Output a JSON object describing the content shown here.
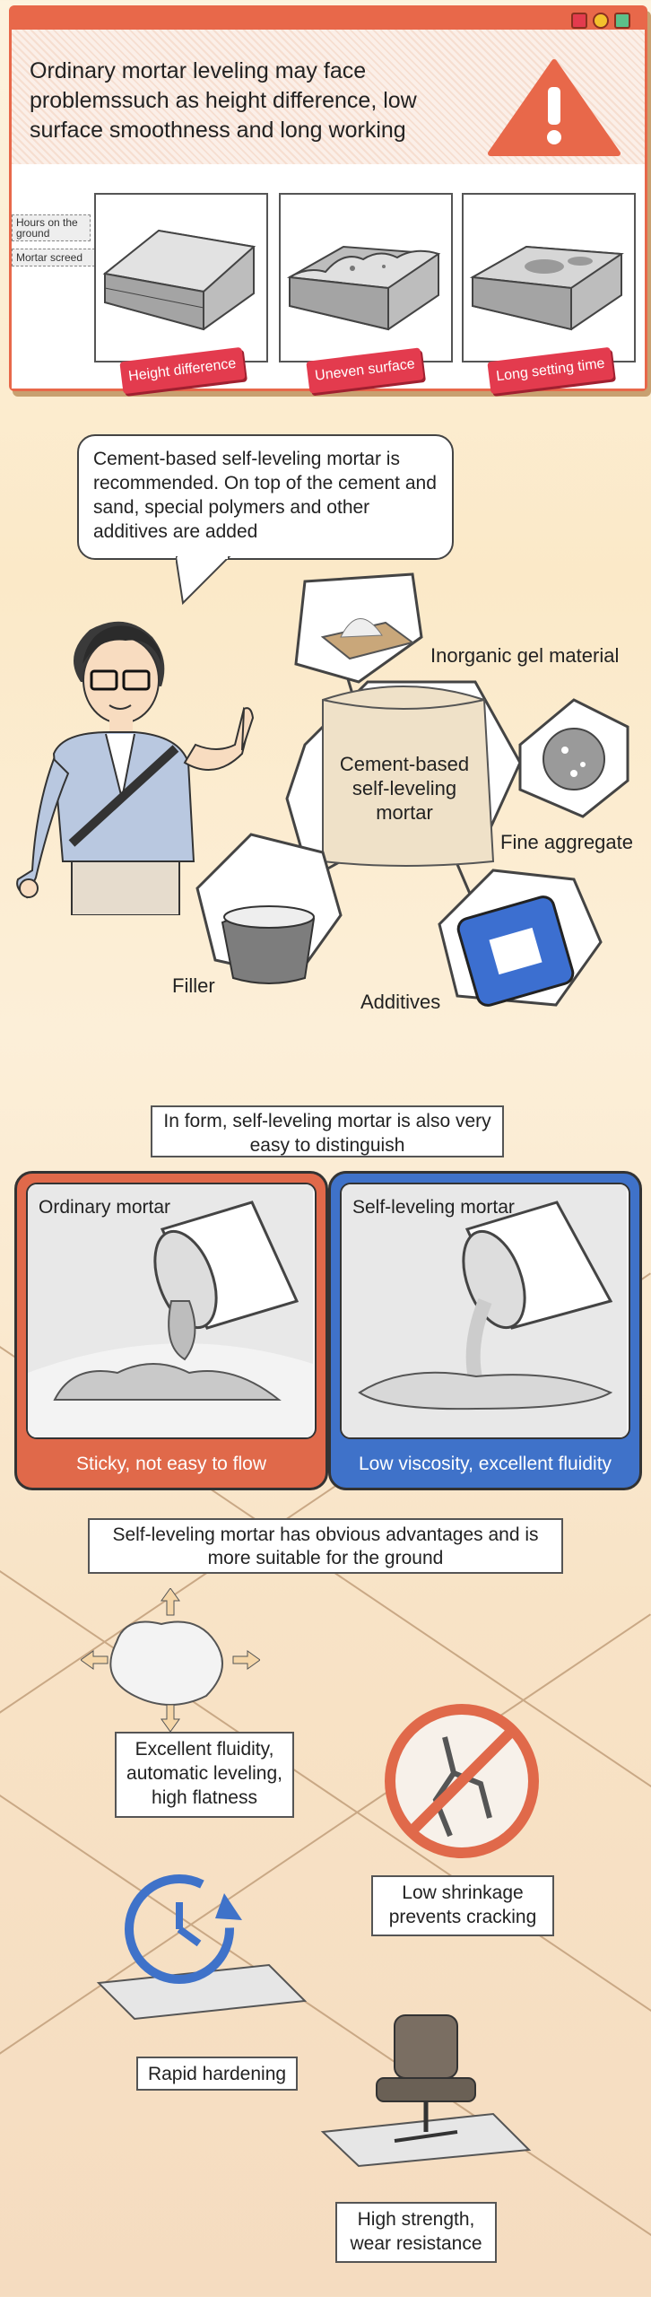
{
  "intro": {
    "text": "Ordinary mortar leveling may face problemssuch as height difference, low surface smoothness and long working"
  },
  "window_buttons": {
    "colors": [
      "#e33b4e",
      "#f3c12d",
      "#5cc08a"
    ]
  },
  "problems": {
    "side_labels": [
      "Hours on the ground",
      "Mortar screed"
    ],
    "cards": [
      {
        "tag": "Height difference"
      },
      {
        "tag": "Uneven surface"
      },
      {
        "tag": "Long setting time"
      }
    ]
  },
  "recommendation": {
    "bubble": "Cement-based self-leveling mortar is recommended. On top of the cement and sand, special polymers and other additives are added",
    "center": "Cement-based self-leveling mortar",
    "components": [
      "Inorganic gel material",
      "Fine aggregate",
      "Additives",
      "Filler"
    ]
  },
  "comparison": {
    "heading": "In form, self-leveling mortar is also very easy to distinguish",
    "ordinary": {
      "title": "Ordinary mortar",
      "caption": "Sticky, not easy to flow",
      "color": "#e0694a"
    },
    "self_leveling": {
      "title": "Self-leveling mortar",
      "caption": "Low viscosity, excellent fluidity",
      "color": "#3f72c9"
    }
  },
  "advantages": {
    "heading": "Self-leveling mortar has obvious advantages and is more suitable for the ground",
    "items": [
      {
        "label": "Excellent fluidity, automatic leveling, high flatness"
      },
      {
        "label": "Low shrinkage prevents cracking"
      },
      {
        "label": "Rapid hardening"
      },
      {
        "label": "High strength, wear resistance"
      }
    ]
  }
}
